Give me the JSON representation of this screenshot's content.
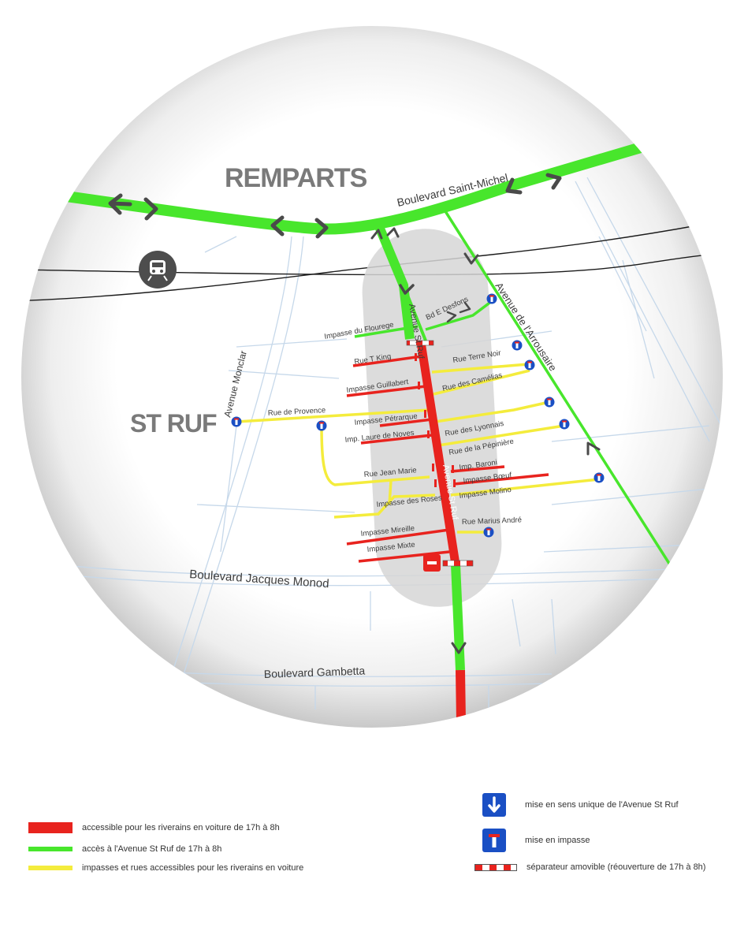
{
  "areas": {
    "remparts": "REMPARTS",
    "st_ruf": "ST RUF"
  },
  "roads": {
    "bd_saint_michel": "Boulevard Saint-Michel",
    "av_arrousaire": "Avenue de l'Arrousaire",
    "av_monclar": "Avenue Monclar",
    "bd_jacques_monod": "Boulevard Jacques Monod",
    "bd_gambetta": "Boulevard Gambetta",
    "av_st_ruf_top": "Avenue St Ruf",
    "av_st_ruf_bottom": "Avenue St Ruf",
    "impasse_flourege": "Impasse du Flourege",
    "bd_desfons": "Bd E Desfons",
    "rue_t_king": "Rue T King",
    "rue_terre_noir": "Rue Terre Noir",
    "impasse_guillabert": "Impasse Guillabert",
    "rue_camelias": "Rue des Camélias",
    "rue_provence": "Rue de Provence",
    "impasse_petrarque": "Impasse Pétrarque",
    "imp_laure_noves": "Imp. Laure de Noves",
    "rue_lyonnais": "Rue des Lyonnais",
    "rue_pepiniere": "Rue de la Pépinière",
    "rue_jean_marie": "Rue Jean Marie",
    "imp_baroni": "Imp. Baroni",
    "impasse_boeuf": "Impasse Bœuf",
    "impasse_molino": "Impasse Molino",
    "impasse_roses": "Impasse des Roses",
    "impasse_mireille": "Impasse Mireille",
    "rue_marius_andre": "Rue Marius André",
    "impasse_mixte": "Impasse Mixte"
  },
  "colors": {
    "red": "#e8231e",
    "green": "#48e62c",
    "yellow": "#f4ec3c",
    "blue": "#1a4fc4",
    "arrow": "#4a4a4a"
  },
  "legend": {
    "red": "accessible pour les riverains en voiture de 17h à 8h",
    "green": "accès à l'Avenue St Ruf de 17h à 8h",
    "yellow": "impasses et rues accessibles pour les riverains en voiture",
    "one_way": "mise en sens unique de l'Avenue St Ruf",
    "dead_end": "mise en impasse",
    "separator": "séparateur amovible (réouverture de 17h à 8h)"
  },
  "icons": {
    "train": "train-icon",
    "one_way": "down-arrow-icon",
    "dead_end": "dead-end-icon"
  }
}
